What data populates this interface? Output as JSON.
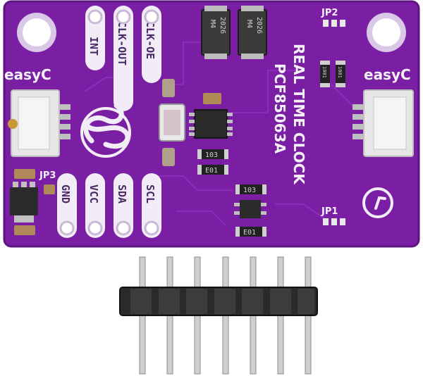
{
  "board": {
    "brand_left": "easyC",
    "brand_right": "easyC",
    "title_line1": "REAL TIME CLOCK",
    "title_line2": "PCF85063A",
    "jumpers": [
      "JP1",
      "JP2",
      "JP3"
    ],
    "top_pins": [
      "INT",
      "CLK-OUT",
      "CLK-OE"
    ],
    "bottom_pins": [
      "GND",
      "VCC",
      "SDA",
      "SCL"
    ],
    "diode_marking": "M4\n2026",
    "diode_label_1": "M4",
    "diode_label_2": "2026",
    "resistor_103": "103",
    "resistor_E01": "E01",
    "resistor_1001": "1001",
    "colors": {
      "pcb": "#7a1fa3",
      "pcb_edge": "#5e1482",
      "silk": "#f1ecf6",
      "connector": "#e6e6e6",
      "header_plastic": "#2a2a2a",
      "header_pin": "#cfcfcf"
    }
  }
}
